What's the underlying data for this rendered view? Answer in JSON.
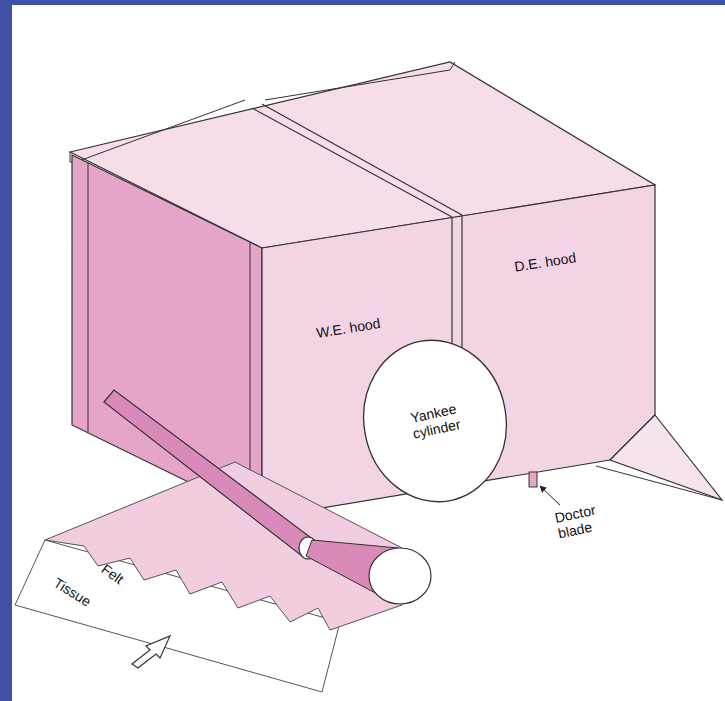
{
  "diagram": {
    "nodes": [
      {
        "text": [
          "Yankee cylinder"
        ]
      }
    ],
    "labels": [
      "W.E. hood",
      "D.E. hood",
      "Doctor blade",
      "Felt",
      "Tissue"
    ]
  }
}
